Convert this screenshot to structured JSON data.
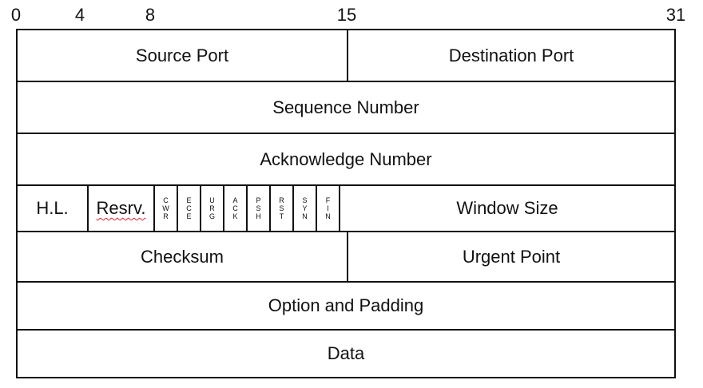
{
  "bit_positions": [
    "0",
    "4",
    "8",
    "15",
    "31"
  ],
  "rows": {
    "source_port": "Source Port",
    "destination_port": "Destination Port",
    "sequence_number": "Sequence Number",
    "acknowledge_number": "Acknowledge Number",
    "header_length": "H.L.",
    "reserved": "Resrv.",
    "flags": [
      "CWR",
      "ECE",
      "URG",
      "ACK",
      "PSH",
      "RST",
      "SYN",
      "FIN"
    ],
    "window_size": "Window Size",
    "checksum": "Checksum",
    "urgent_point": "Urgent Point",
    "option_padding": "Option and Padding",
    "data": "Data"
  }
}
